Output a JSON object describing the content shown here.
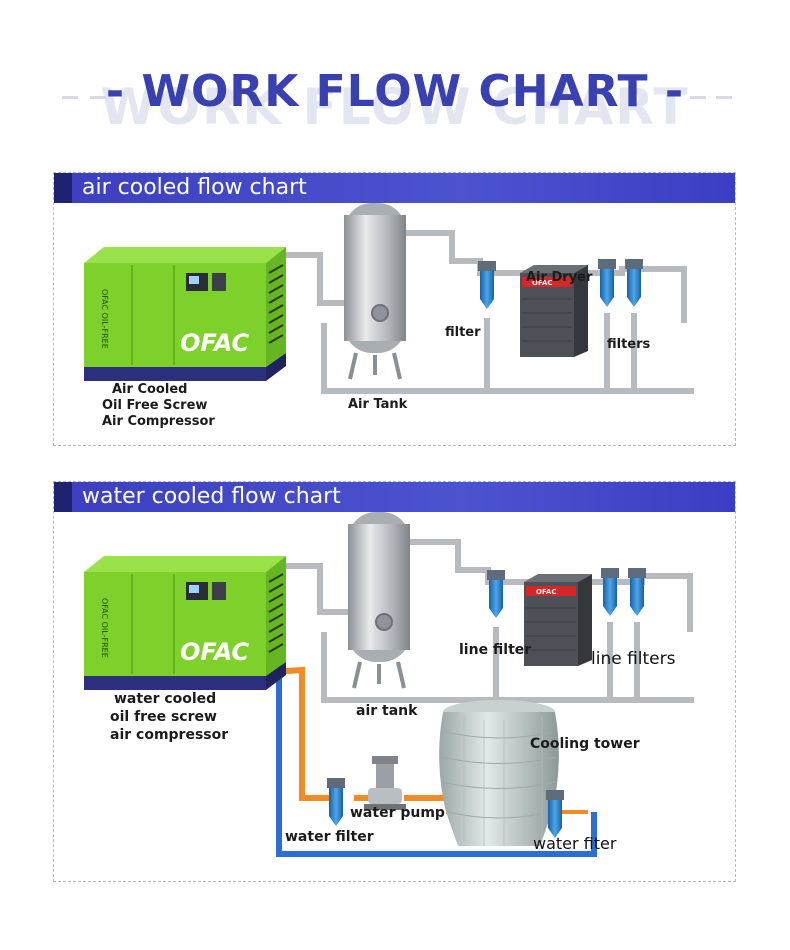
{
  "header": {
    "title": "- WORK FLOW CHART -",
    "ghost_text": "WORK FLOW CHART"
  },
  "air_section": {
    "heading": "air cooled flow chart",
    "compressor_brand": "OFAC",
    "compressor_side_text": "OFAC OIL-FREE",
    "compressor_label": [
      "Air Cooled",
      "Oil Free Screw",
      "Air Compressor"
    ],
    "tank_label": "Air Tank",
    "filter_label": "filter",
    "dryer_label": "Air Dryer",
    "dryer_brand": "OFAC",
    "filters_label": "filters"
  },
  "water_section": {
    "heading": "water cooled flow chart",
    "compressor_brand": "OFAC",
    "compressor_side_text": "OFAC OIL-FREE",
    "compressor_label": [
      "water cooled",
      "oil free screw",
      "air compressor"
    ],
    "tank_label": "air tank",
    "line_filter_label": "line filter",
    "line_filters_label": "line filters",
    "dryer_brand": "OFAC",
    "cooling_tower_label": "Cooling tower",
    "water_pump_label": "water pump",
    "water_filter_left_label": "water filter",
    "water_filter_right_label": "water fiter"
  },
  "colors": {
    "accent_blue": "#3a3fc0",
    "title_blue": "#3940b0",
    "compressor_green": "#7dd12a",
    "compressor_base": "#2b2f7e",
    "pipe_gray": "#b5b9bd",
    "hot_water": "#f0902a",
    "cold_water": "#2c6fd1",
    "filter_blue": "#2f86d0",
    "dryer_gray": "#5a5d63",
    "dryer_red": "#d6262a"
  }
}
